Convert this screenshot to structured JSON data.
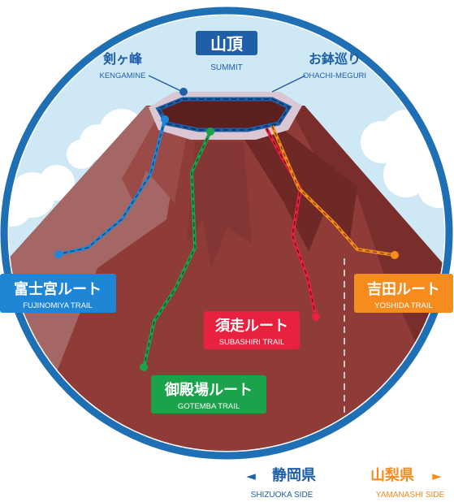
{
  "colors": {
    "frame": "#1f6fb5",
    "sky": "#cfe8f5",
    "mountain_dark": "#7a2e2c",
    "mountain_mid": "#8f3c39",
    "mountain_light": "#a56765",
    "crater_rim": "#d9c7d4",
    "summit_badge": "#1e5fa8",
    "fujinomiya": "#1f86d6",
    "gotemba": "#1aa34a",
    "subashiri": "#e8213f",
    "yoshida": "#f68b1e",
    "divider": "#c8c8c8"
  },
  "labels": {
    "summit": {
      "jp": "山頂",
      "en": "SUMMIT"
    },
    "kengamine": {
      "jp": "剣ヶ峰",
      "en": "KENGAMINE"
    },
    "ohachi": {
      "jp": "お鉢巡り",
      "en": "OHACHI-MEGURI"
    }
  },
  "trails": {
    "fujinomiya": {
      "jp": "富士宮ルート",
      "en": "FUJINOMIYA TRAIL"
    },
    "gotemba": {
      "jp": "御殿場ルート",
      "en": "GOTEMBA TRAIL"
    },
    "subashiri": {
      "jp": "須走ルート",
      "en": "SUBASHIRI TRAIL"
    },
    "yoshida": {
      "jp": "吉田ルート",
      "en": "YOSHIDA TRAIL"
    }
  },
  "sides": {
    "shizuoka": {
      "jp": "静岡県",
      "en": "SHIZUOKA SIDE",
      "arrow": "◄"
    },
    "yamanashi": {
      "jp": "山梨県",
      "en": "YAMANASHI SIDE",
      "arrow": "►"
    }
  }
}
